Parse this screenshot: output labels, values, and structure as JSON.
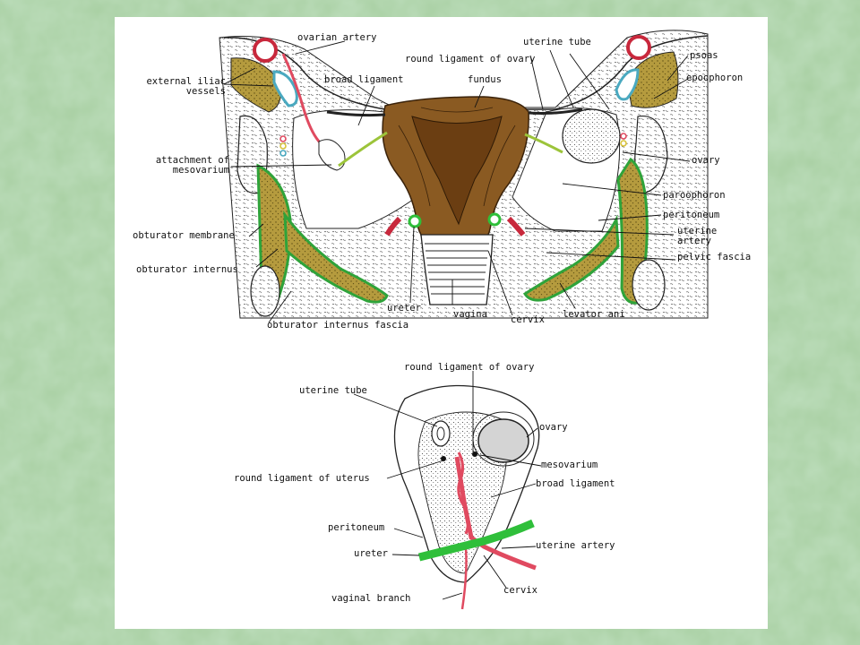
{
  "top_diagram": {
    "labels": {
      "ovarian_artery": "ovarian artery",
      "uterine_tube": "uterine tube",
      "round_ligament_of_ovary": "round ligament of ovary",
      "psoas": "psoas",
      "external_iliac_vessels_1": "external iliac",
      "external_iliac_vessels_2": "vessels",
      "broad_ligament": "broad ligament",
      "fundus": "fundus",
      "epoophoron": "epoophoron",
      "ovary": "ovary",
      "attachment_of_mesovarium_1": "attachment of",
      "attachment_of_mesovarium_2": "mesovarium",
      "paroophoron": "paroophoron",
      "peritoneum": "peritoneum",
      "uterine_artery_1": "uterine",
      "uterine_artery_2": "artery",
      "obturator_membrane": "obturator membrane",
      "pelvic_fascia": "pelvic fascia",
      "obturator_internus": "obturator internus",
      "ureter": "ureter",
      "obturator_internus_fascia": "obturator internus fascia",
      "vagina": "vagina",
      "cervix": "cervix",
      "levator_ani": "levator ani"
    }
  },
  "bottom_diagram": {
    "labels": {
      "round_ligament_of_ovary": "round ligament of ovary",
      "uterine_tube": "uterine tube",
      "ovary": "ovary",
      "mesovarium": "mesovarium",
      "round_ligament_of_uterus": "round ligament of uterus",
      "broad_ligament": "broad ligament",
      "peritoneum": "peritoneum",
      "uterine_artery": "uterine artery",
      "ureter": "ureter",
      "cervix": "cervix",
      "vaginal_branch": "vaginal branch"
    }
  },
  "colors": {
    "slide_background": "#a9cfa4",
    "panel": "#ffffff",
    "uterus": "#8a5a22",
    "muscle": "#b49a3c",
    "fascia": "#2fa33a",
    "artery": "#e04a60",
    "ureter": "#2fbf3a",
    "vein": "#57b7c9"
  }
}
